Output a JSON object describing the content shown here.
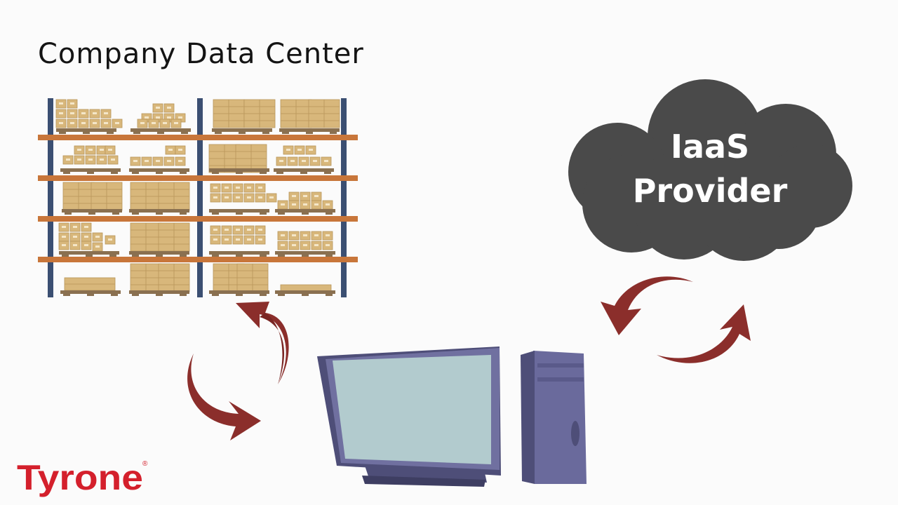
{
  "diagram": {
    "datacenter_label": "Company Data Center",
    "cloud_line1": "IaaS",
    "cloud_line2": "Provider",
    "logo_text": "Tyrone",
    "logo_reg": "®"
  },
  "colors": {
    "background": "#fbfbfb",
    "shelf_orange": "#c8763a",
    "rack_post_blue": "#3b4f72",
    "box_tan": "#d8b77b",
    "box_dark_tan": "#b8955a",
    "cloud_dark": "#4a4a4a",
    "arrow_red": "#8b2e2b",
    "computer_purple": "#6a6a9c",
    "computer_dark": "#4e4e78",
    "screen": "#b2cbce",
    "logo_red": "#d4202c"
  },
  "icons": [
    "warehouse-shelves-icon",
    "cloud-icon",
    "desktop-computer-icon",
    "refresh-arrows-icon",
    "tyrone-logo"
  ]
}
